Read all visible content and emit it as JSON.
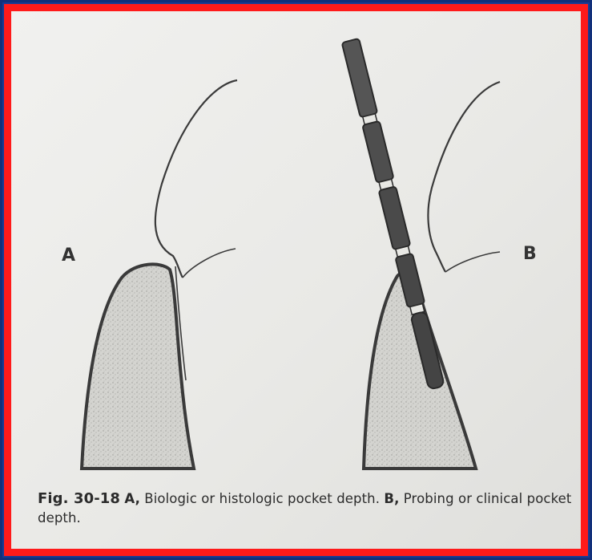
{
  "figure": {
    "label_a": "A",
    "label_b": "B"
  },
  "caption": {
    "fig_number": "Fig. 30-18",
    "ref_a": "A,",
    "text_a": " Biologic or histologic pocket depth. ",
    "ref_b": "B,",
    "text_b": " Probing or clinical pocket depth."
  },
  "colors": {
    "frame_red": "#ff1a1a",
    "frame_blue": "#173b95",
    "paper": "#ececea",
    "ink": "#333333",
    "bone_fill": "#cfcfcb"
  }
}
